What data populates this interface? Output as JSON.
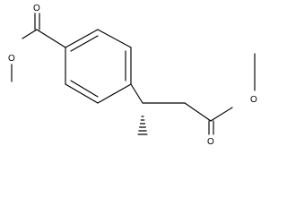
{
  "structure": {
    "atoms": [
      {
        "id": "o_top_carbonyl",
        "label": "O"
      },
      {
        "id": "o_left_ether",
        "label": "O"
      },
      {
        "id": "o_right_ether",
        "label": "O"
      },
      {
        "id": "o_bottom_carbonyl",
        "label": "O"
      }
    ],
    "colors": {
      "bond": "#000000",
      "label": "#000000",
      "background": "#ffffff"
    }
  }
}
